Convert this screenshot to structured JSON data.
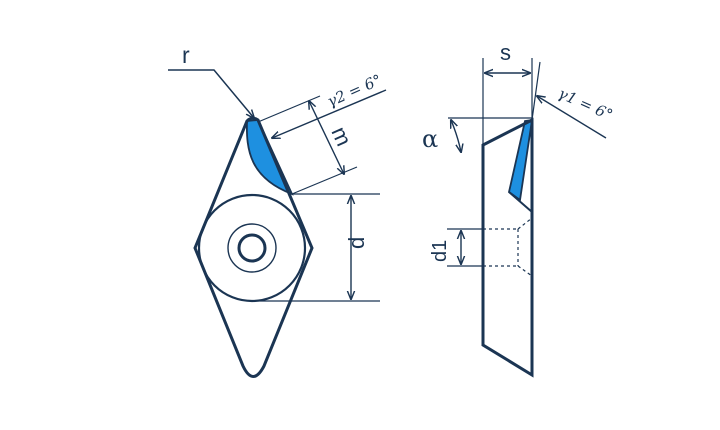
{
  "colors": {
    "ink": "#1b3553",
    "blue_fill": "#1e90e0",
    "background": "#ffffff"
  },
  "labels": {
    "r": "r",
    "m": "m",
    "gamma2": "γ2 = 6°",
    "d": "d",
    "s": "s",
    "alpha": "α",
    "gamma1": "γ1 = 6°",
    "d1": "d1"
  }
}
